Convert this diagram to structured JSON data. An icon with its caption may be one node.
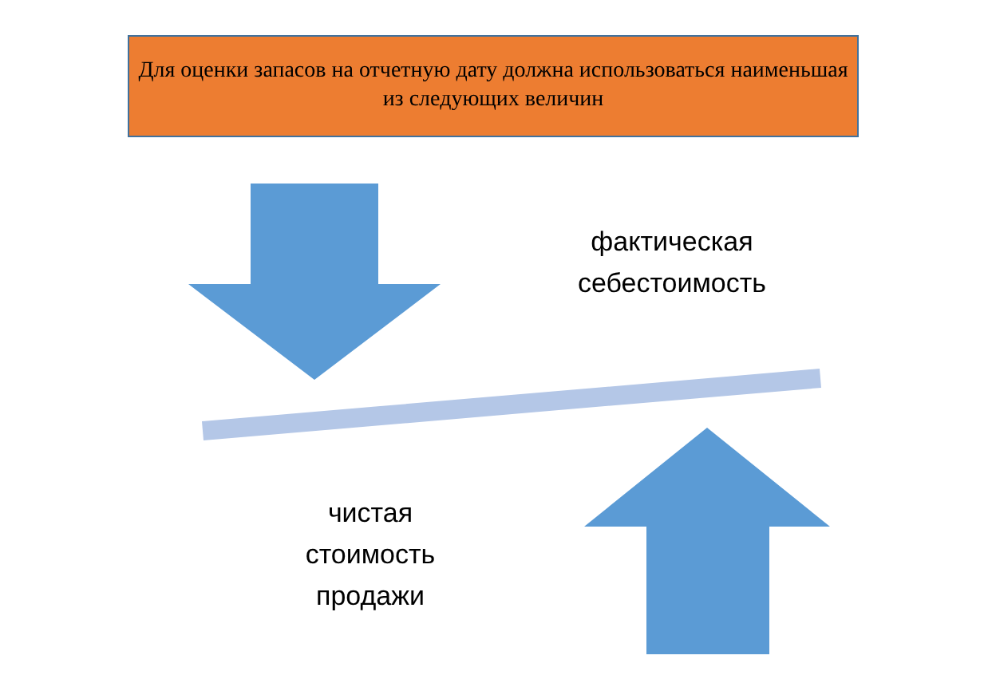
{
  "diagram": {
    "nodes": [
      {
        "text": [
          "Для оценки запасов на отчетную дату должна использоваться наименьшая из следующих величин"
        ]
      }
    ],
    "labels": [
      "фактическая себестоимость",
      "чистая стоимость продажи"
    ]
  }
}
